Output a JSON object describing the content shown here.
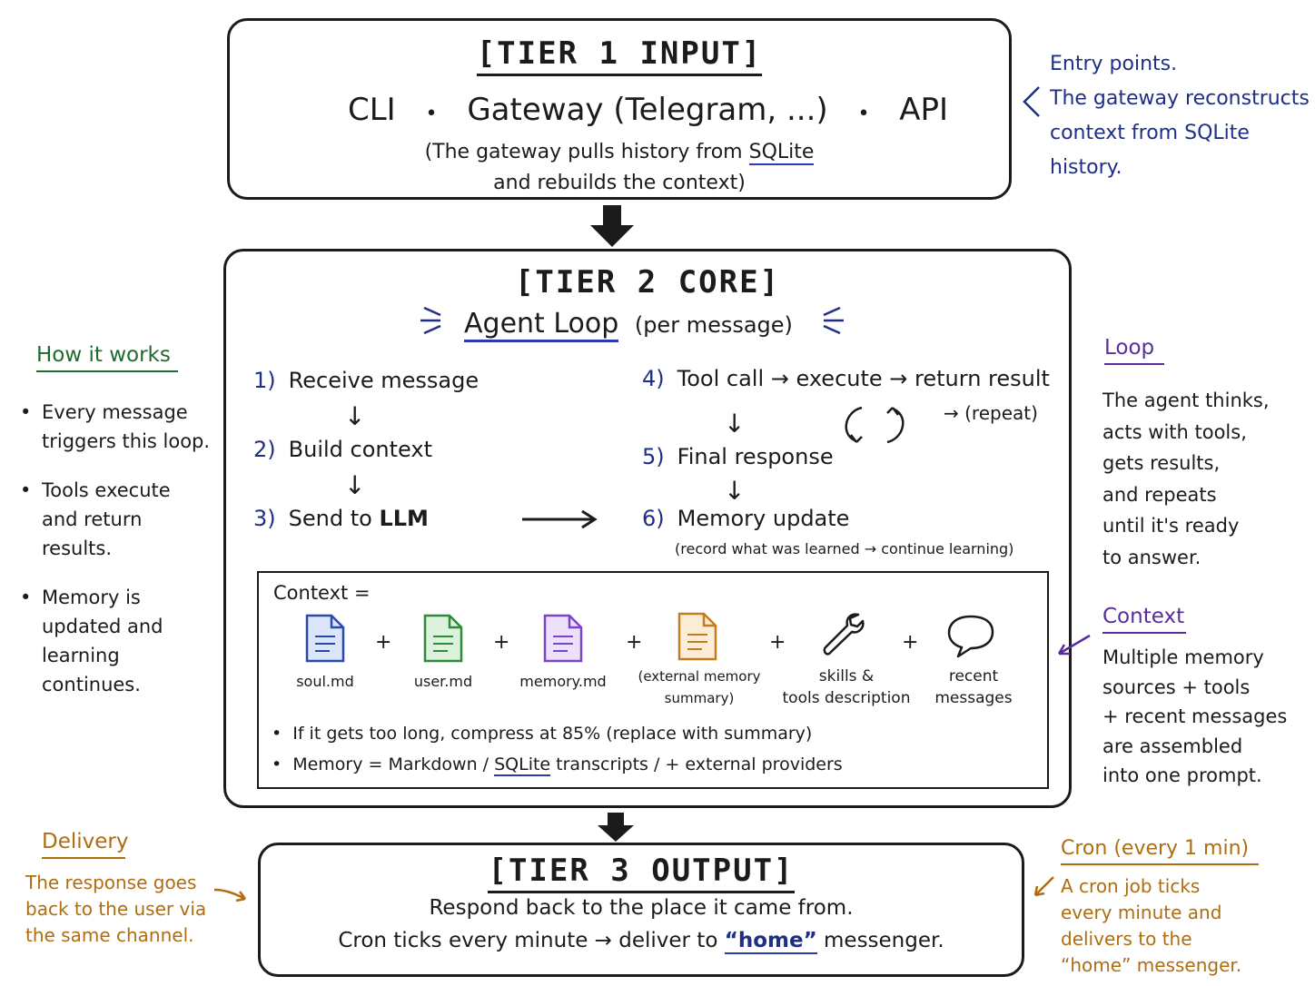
{
  "tier1": {
    "title": "[TIER 1 INPUT]",
    "sources": [
      "CLI",
      "Gateway (Telegram, ...)",
      "API"
    ],
    "separator": "•",
    "note_line1": "(The gateway pulls history from ",
    "note_sqlite": "SQLite",
    "note_line2": "and rebuilds the context)"
  },
  "entry_note": {
    "line1": "Entry points.",
    "line2": "The gateway reconstructs",
    "line3": "context from SQLite",
    "line4": "history."
  },
  "tier2": {
    "title": "[TIER 2 CORE]",
    "loop_label": "Agent Loop",
    "loop_suffix": "(per message)",
    "steps": [
      {
        "num": "1)",
        "text": "Receive message"
      },
      {
        "num": "2)",
        "text": "Build context"
      },
      {
        "num": "3)",
        "text": "Send to ",
        "bold": "LLM"
      },
      {
        "num": "4)",
        "text": "Tool call → execute → return result"
      },
      {
        "num": "5)",
        "text": "Final response"
      },
      {
        "num": "6)",
        "text": "Memory update"
      }
    ],
    "repeat": "→ (repeat)",
    "memory_sub": "(record what was learned → continue learning)",
    "context": {
      "label": "Context =",
      "items": [
        {
          "label": "soul.md",
          "icon": "file-icon",
          "color": "#2b4aa8"
        },
        {
          "label": "user.md",
          "icon": "file-icon",
          "color": "#2e8b3a"
        },
        {
          "label": "memory.md",
          "icon": "file-icon",
          "color": "#7a45c6"
        },
        {
          "label": "(external memory\nsummary)",
          "icon": "file-icon",
          "color": "#c07d22"
        },
        {
          "label": "skills &\ntools description",
          "icon": "wrench-icon",
          "color": "#1b1b1b"
        },
        {
          "label": "recent\nmessages",
          "icon": "speech-bubble-icon",
          "color": "#1b1b1b"
        }
      ],
      "bullet1": "If it gets too long, compress at 85% (replace with summary)",
      "bullet2_pre": "Memory = Markdown / ",
      "bullet2_sqlite": "SQLite",
      "bullet2_post": " transcripts / + external providers"
    }
  },
  "how_it_works": {
    "heading": "How it works",
    "bullets": [
      "Every message\ntriggers this loop.",
      "Tools execute\nand return\nresults.",
      "Memory is\nupdated and\nlearning continues."
    ]
  },
  "loop_note": {
    "heading": "Loop",
    "lines": [
      "The agent thinks,",
      "acts with tools,",
      "gets results,",
      "and repeats",
      "until it's ready",
      "to answer."
    ]
  },
  "context_note": {
    "heading": "Context",
    "lines": [
      "Multiple memory",
      "sources + tools",
      "+ recent messages",
      "are assembled",
      "into one prompt."
    ]
  },
  "tier3": {
    "title": "[TIER 3 OUTPUT]",
    "line1": "Respond back to the place it came from.",
    "line2_pre": "Cron ticks every minute → deliver to ",
    "line2_home": "“home”",
    "line2_post": " messenger."
  },
  "delivery_note": {
    "heading": "Delivery",
    "lines": [
      "The response goes",
      "back to the user via",
      "the same channel."
    ]
  },
  "cron_note": {
    "heading": "Cron (every 1 min)",
    "lines": [
      "A cron job ticks",
      "every minute and",
      "delivers to the",
      "“home” messenger."
    ]
  },
  "colors": {
    "blue": "#1f2f86",
    "green": "#1f6b2c",
    "purple": "#5a2d9a",
    "orange": "#b06d10"
  }
}
